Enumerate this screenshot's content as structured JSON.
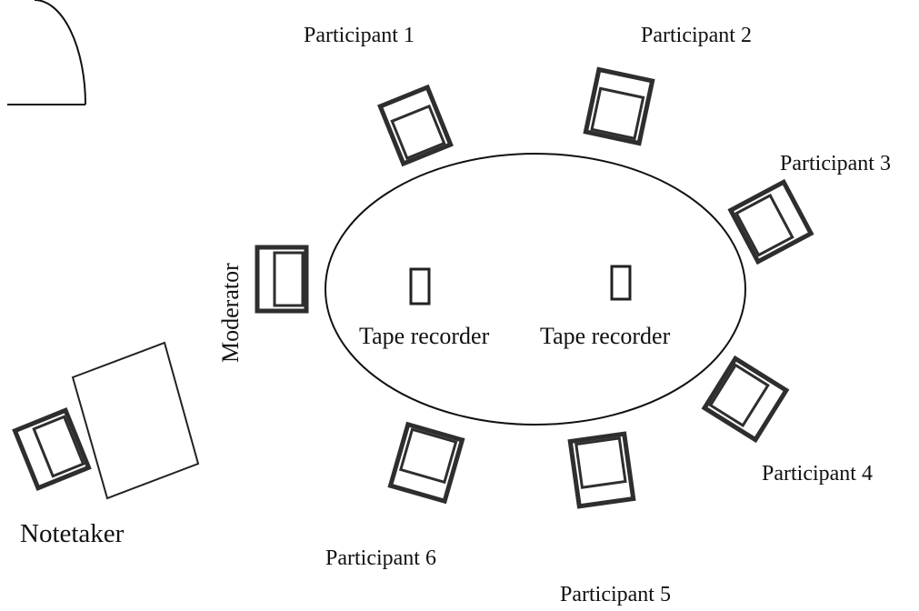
{
  "diagram": {
    "labels": {
      "participant_1": "Participant 1",
      "participant_2": "Participant 2",
      "participant_3": "Participant 3",
      "participant_4": "Participant 4",
      "participant_5": "Participant 5",
      "participant_6": "Participant 6",
      "moderator": "Moderator",
      "notetaker": "Notetaker",
      "tape_recorder_left": "Tape recorder",
      "tape_recorder_right": "Tape recorder"
    }
  }
}
